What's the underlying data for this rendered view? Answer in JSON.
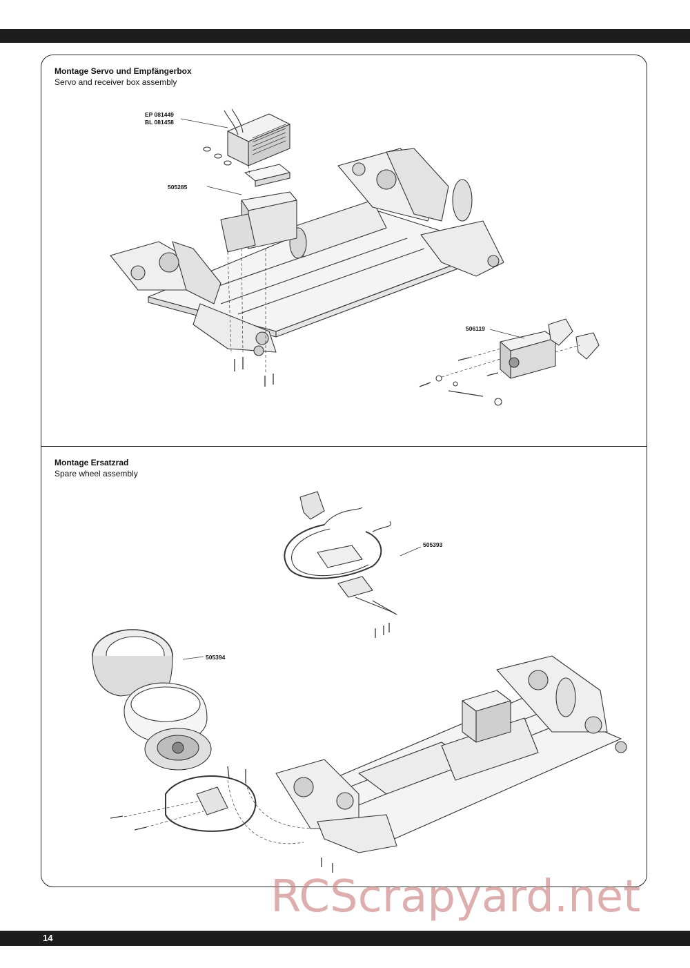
{
  "page": {
    "number": "14"
  },
  "section1": {
    "title_de": "Montage Servo und Empfängerbox",
    "title_en": "Servo and receiver box assembly",
    "parts": {
      "ep": "EP 081449",
      "bl": "BL 081458",
      "box": "505285",
      "servo": "506119"
    }
  },
  "section2": {
    "title_de": "Montage Ersatzrad",
    "title_en": "Spare wheel assembly",
    "parts": {
      "holder": "505393",
      "wheel": "505394"
    }
  },
  "watermark": {
    "text": "RCScrapyard.net"
  }
}
